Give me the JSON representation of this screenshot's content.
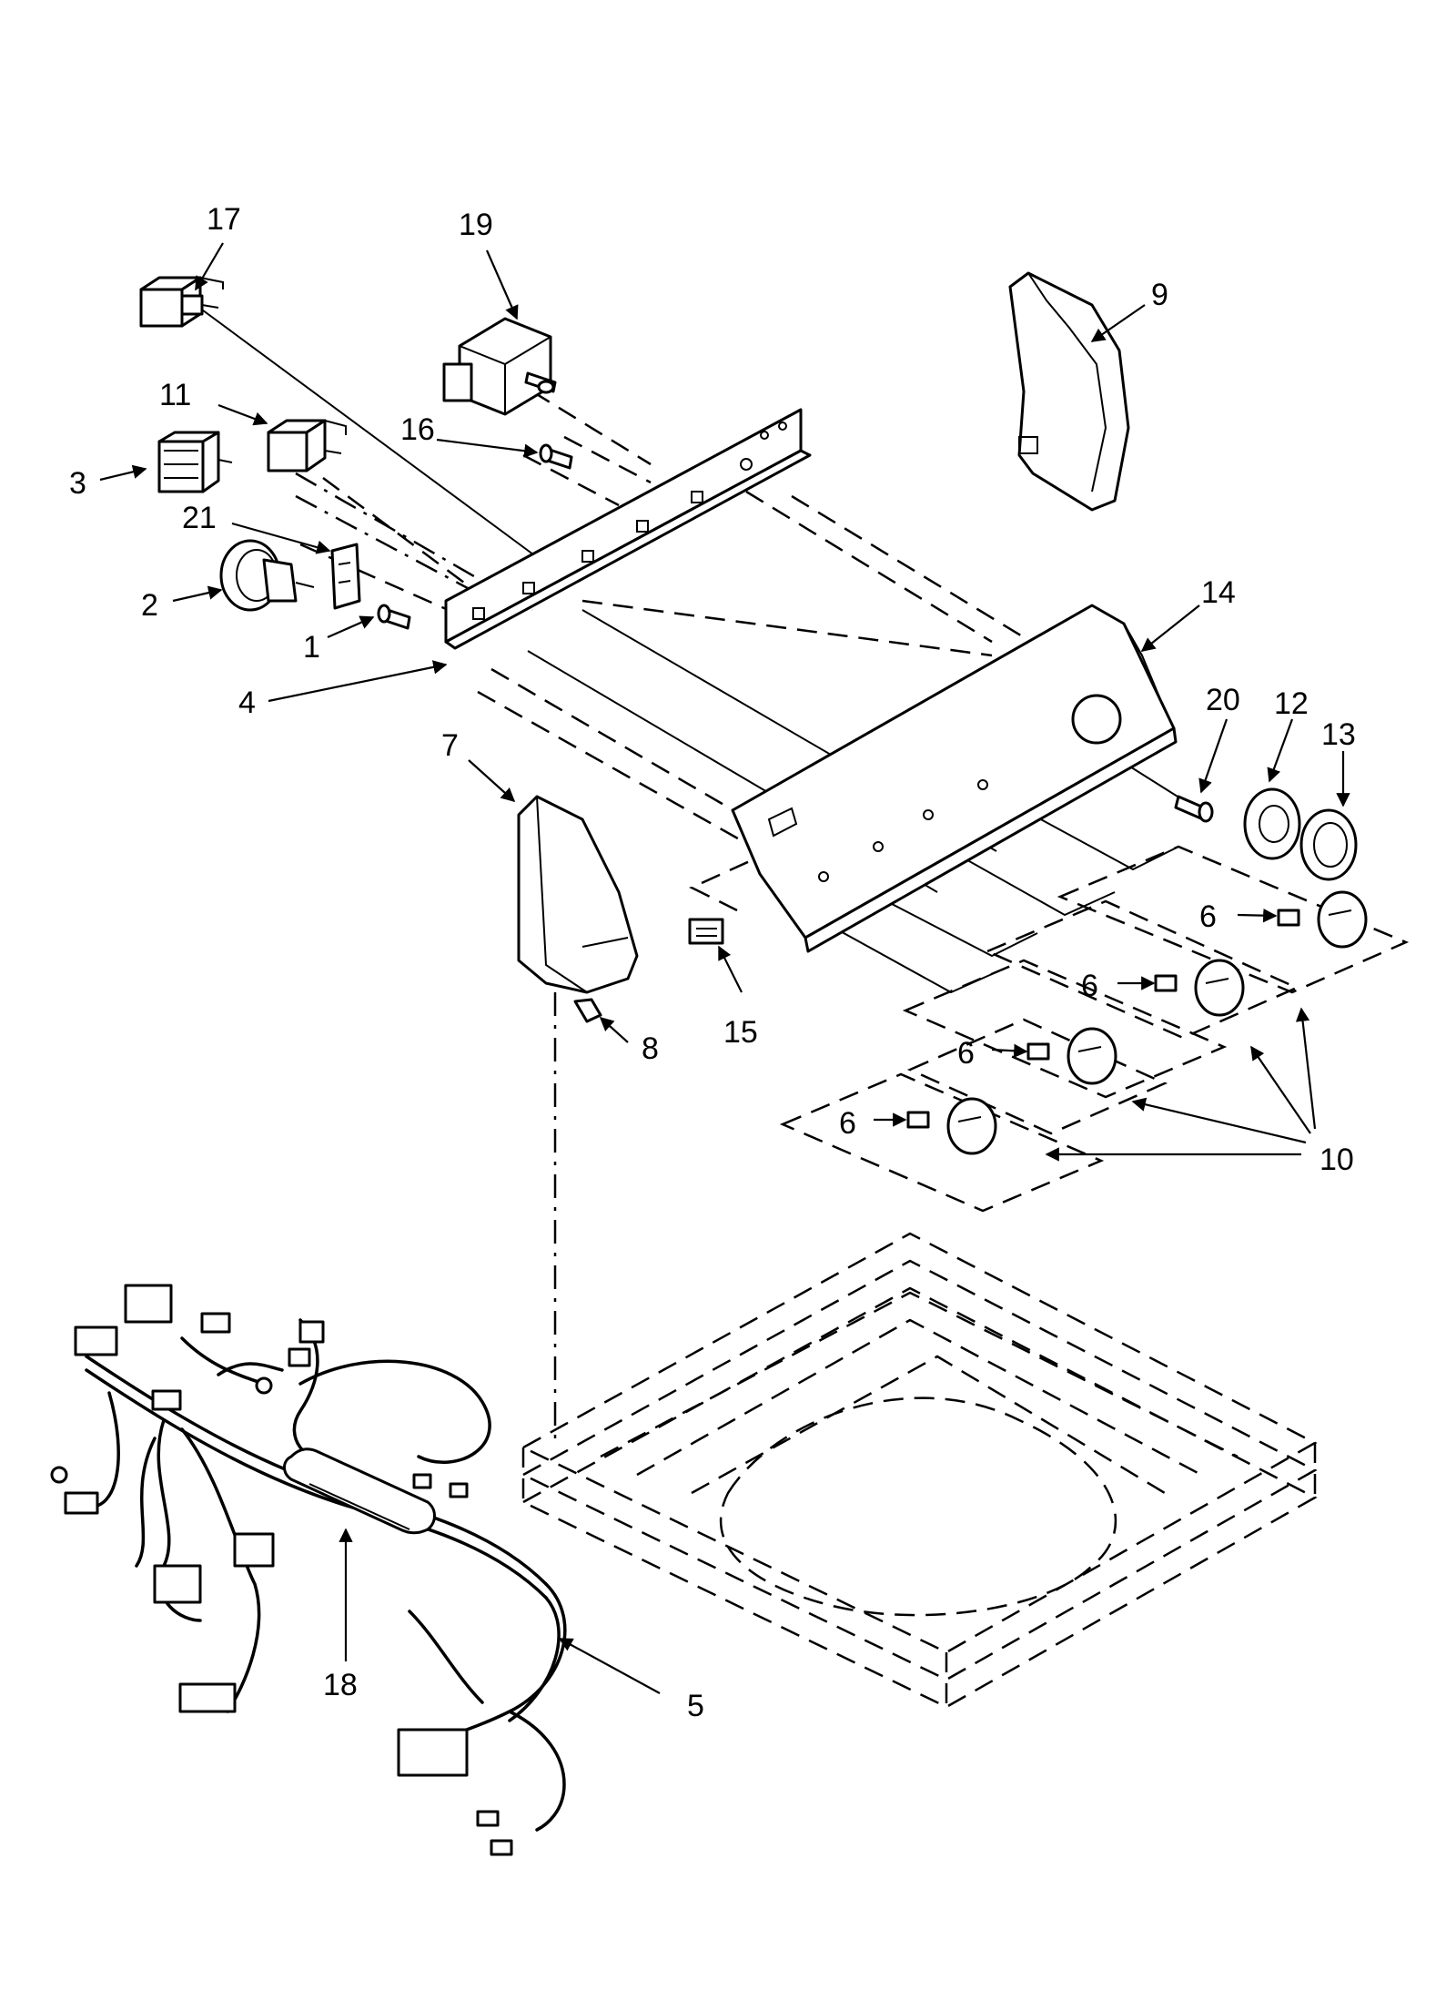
{
  "callouts": {
    "c1": "1",
    "c2": "2",
    "c3": "3",
    "c4": "4",
    "c5": "5",
    "c6a": "6",
    "c6b": "6",
    "c6c": "6",
    "c6d": "6",
    "c7": "7",
    "c8": "8",
    "c9": "9",
    "c10": "10",
    "c11": "11",
    "c12": "12",
    "c13": "13",
    "c14": "14",
    "c15": "15",
    "c16": "16",
    "c17": "17",
    "c18": "18",
    "c19": "19",
    "c20": "20",
    "c21": "21"
  },
  "colors": {
    "line": "#000000",
    "background": "#ffffff"
  }
}
